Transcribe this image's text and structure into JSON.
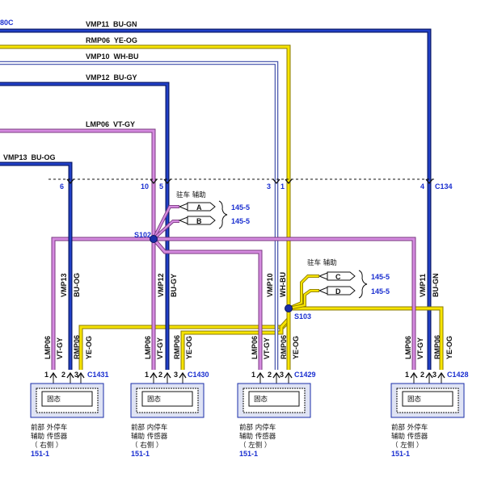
{
  "corner_label": "80C",
  "top_wires": [
    "VMP11  BU-GN",
    "RMP06  YE-OG",
    "VMP10  WH-BU",
    "VMP12  BU-GY",
    "LMP06  VT-GY",
    "VMP13  BU-OG"
  ],
  "c134": {
    "name": "C134",
    "pins": [
      "6",
      "10",
      "5",
      "3",
      "1",
      "4"
    ]
  },
  "parking_aid": {
    "label": "驻车 辅助",
    "refs": [
      "145-5",
      "145-5"
    ],
    "left_plugs": [
      "A",
      "B"
    ],
    "right_plugs": [
      "C",
      "D"
    ]
  },
  "splices": [
    "S102",
    "S103"
  ],
  "vertical_wires": {
    "s1": [
      "VMP13",
      "BU-OG"
    ],
    "s2": [
      "VMP12",
      "BU-GY"
    ],
    "s3": [
      "VMP10",
      "WH-BU"
    ],
    "s4": [
      "VMP11",
      "BU-GN"
    ]
  },
  "sensor_pin_labels": [
    [
      "LMP06",
      "VT-GY",
      "RMP06",
      "YE-OG"
    ],
    [
      "LMP06",
      "VT-GY",
      "RMP06",
      "YE-OG"
    ],
    [
      "LMP06",
      "VT-GY",
      "RMP06",
      "YE-OG"
    ],
    [
      "LMP06",
      "VT-GY",
      "RMP06",
      "YE-OG"
    ]
  ],
  "pin_numbers": [
    "1",
    "2",
    "3"
  ],
  "sensors": [
    {
      "connector": "C1431",
      "body": "固态",
      "desc": [
        "前部 外停车",
        "辅助 传感器",
        "（ 右侧 ）"
      ],
      "ref": "151-1"
    },
    {
      "connector": "C1430",
      "body": "固态",
      "desc": [
        "前部 内停车",
        "辅助 传感器",
        "（ 右侧 ）"
      ],
      "ref": "151-1"
    },
    {
      "connector": "C1429",
      "body": "固态",
      "desc": [
        "前部 内停车",
        "辅助 传感器",
        "（ 左侧 ）"
      ],
      "ref": "151-1"
    },
    {
      "connector": "C1428",
      "body": "固态",
      "desc": [
        "前部 外停车",
        "辅助 传感器",
        "（ 左侧 ）"
      ],
      "ref": "151-1"
    }
  ],
  "colors": {
    "blue": "#1a2ea8",
    "yellow": "#f5e000",
    "violet": "#c97fcf",
    "white_blue": "#8e9ad8",
    "text_blue": "#1a2fd0"
  }
}
